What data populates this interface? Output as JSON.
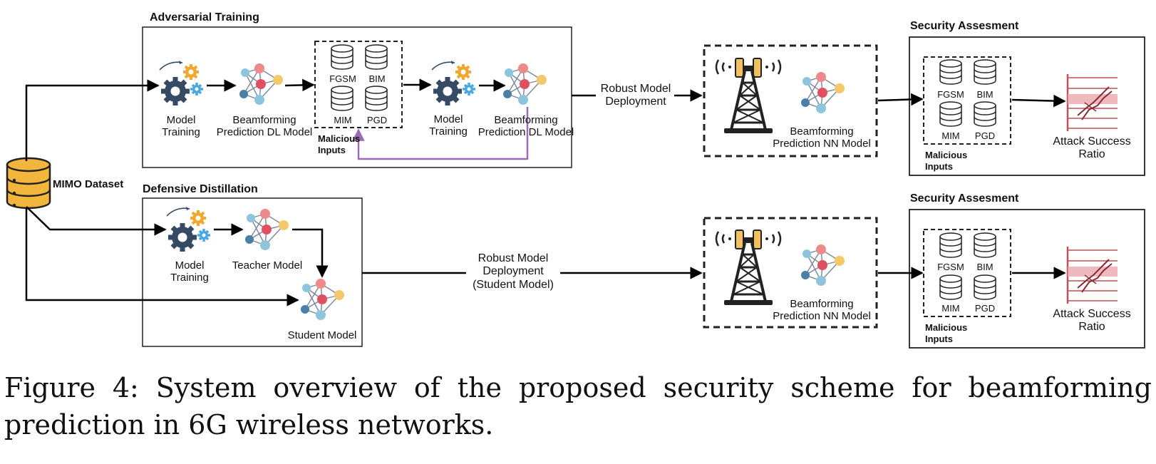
{
  "dataset": {
    "label": "MIMO Dataset"
  },
  "adversarial": {
    "title": "Adversarial Training",
    "model_training_1": "Model\nTraining",
    "bf_model_1": "Beamforming\nPrediction DL Model",
    "attacks": [
      "FGSM",
      "BIM",
      "MIM",
      "PGD"
    ],
    "malicious": "Malicious\nInputs",
    "model_training_2": "Model\nTraining",
    "bf_model_2": "Beamforming\nPrediction DL Model"
  },
  "distillation": {
    "title": "Defensive Distillation",
    "model_training": "Model\nTraining",
    "teacher": "Teacher Model",
    "student": "Student Model"
  },
  "deploy_top": "Robust Model\nDeployment",
  "deploy_bottom": "Robust Model\nDeployment\n(Student Model)",
  "tower_top": {
    "label": "Beamforming\nPrediction NN Model"
  },
  "tower_bottom": {
    "label": "Beamforming\nPrediction NN Model"
  },
  "security_top": {
    "title": "Security Assesment",
    "attacks": [
      "FGSM",
      "BIM",
      "MIM",
      "PGD"
    ],
    "malicious": "Malicious\nInputs",
    "result": "Attack Success\nRatio"
  },
  "security_bottom": {
    "title": "Security Assesment",
    "attacks": [
      "FGSM",
      "BIM",
      "MIM",
      "PGD"
    ],
    "malicious": "Malicious\nInputs",
    "result": "Attack Success\nRatio"
  },
  "caption": "Figure 4:  System overview of the proposed security scheme for beamforming prediction in 6G wireless networks.",
  "colors": {
    "gear_dark": "#374a63",
    "gear_orange": "#f0a830",
    "gear_blue": "#4aa8e0",
    "feedback": "#9b6bb5",
    "risk": "#c0505a",
    "db": "#f2b63c"
  }
}
